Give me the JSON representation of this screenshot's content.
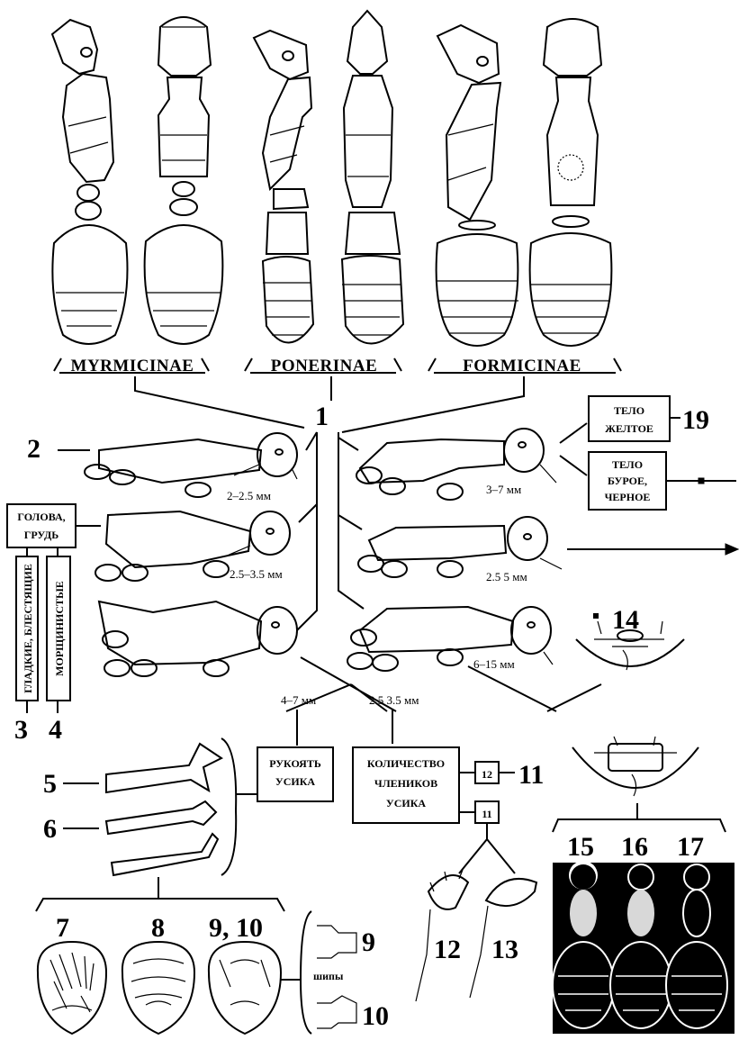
{
  "subfamilies": [
    "MYRMICINAE",
    "PONERINAE",
    "FORMICINAE"
  ],
  "numbers": {
    "n1": "1",
    "n2": "2",
    "n3": "3",
    "n4": "4",
    "n5": "5",
    "n6": "6",
    "n7": "7",
    "n8": "8",
    "n9_10": "9, 10",
    "n9": "9",
    "n10": "10",
    "n11a": "11",
    "n11b": "11",
    "n12a": "12",
    "n12b": "12",
    "n13": "13",
    "n14": "14",
    "n15": "15",
    "n16": "16",
    "n17": "17",
    "n19": "19"
  },
  "boxes": {
    "body_yellow_1": "ТЕЛО",
    "body_yellow_2": "ЖЕЛТОЕ",
    "body_dark_1": "ТЕЛО",
    "body_dark_2": "БУРОЕ,",
    "body_dark_3": "ЧЕРНОЕ",
    "head_1": "ГОЛОВА,",
    "head_2": "ГРУДЬ",
    "smooth": "ГЛАДКИЕ, БЛЕСТЯЩИЕ",
    "wrinkled": "МОРЩИНИСТЫЕ",
    "scape_1": "РУКОЯТЬ",
    "scape_2": "УСИКА",
    "count_1": "КОЛИЧЕСТВО",
    "count_2": "ЧЛЕНИКОВ",
    "count_3": "УСИКА"
  },
  "sizes": {
    "s1": "2–2.5 мм",
    "s2": "2.5–3.5 мм",
    "s3": "3–7 мм",
    "s4": "2.5  5 мм",
    "s5": "6–15 мм",
    "s6": "4–7 мм",
    "s7": "2.5  3.5 мм"
  },
  "spines_label": "шипы"
}
